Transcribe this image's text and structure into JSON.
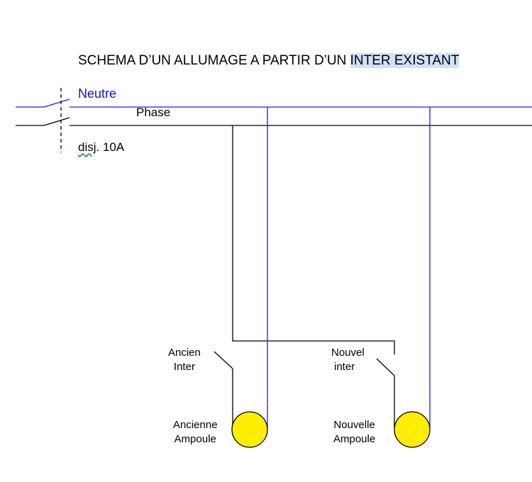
{
  "title": {
    "part1": "SCHEMA D’UN ALLUMAGE A PARTIR D’UN ",
    "part2": "INTER EXISTANT"
  },
  "labels": {
    "neutre": "Neutre",
    "phase": "Phase",
    "disj_word": "disj",
    "disj_rest": ". 10A",
    "ancien_inter_1": "Ancien",
    "ancien_inter_2": "Inter",
    "nouvel_inter_1": "Nouvel",
    "nouvel_inter_2": "inter",
    "ancienne_ampoule_1": "Ancienne",
    "ancienne_ampoule_2": "Ampoule",
    "nouvelle_ampoule_1": "Nouvelle",
    "nouvelle_ampoule_2": "Ampoule"
  },
  "colors": {
    "neutre_wire": "#1a1aff",
    "phase_wire": "#000000",
    "bulb_fill": "#ffee00",
    "highlight": "#cfe2f7"
  }
}
